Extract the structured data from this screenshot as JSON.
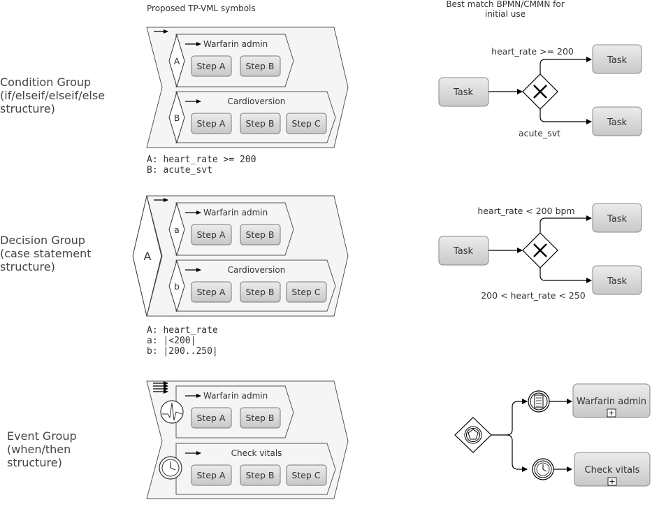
{
  "headers": {
    "left": "Proposed TP-VML symbols",
    "right_line1": "Best match BPMN/CMMN for",
    "right_line2": "initial use"
  },
  "groups": {
    "condition": {
      "title": [
        "Condition Group",
        "(if/elseif/elseif/else",
        "structure)"
      ],
      "sub1": {
        "marker": "A",
        "title": "Warfarin admin",
        "steps": [
          "Step A",
          "Step B"
        ]
      },
      "sub2": {
        "marker": "B",
        "title": "Cardioversion",
        "steps": [
          "Step A",
          "Step B",
          "Step C"
        ]
      },
      "legend": [
        "A: heart_rate >= 200",
        "B: acute_svt"
      ],
      "bpmn": {
        "task": "Task",
        "top_task": "Task",
        "bottom_task": "Task",
        "top_label": "heart_rate >= 200",
        "bottom_label": "acute_svt"
      }
    },
    "decision": {
      "title": [
        "Decision Group",
        "(case statement",
        "structure)"
      ],
      "outer_marker": "A",
      "sub1": {
        "marker": "a",
        "title": "Warfarin admin",
        "steps": [
          "Step A",
          "Step B"
        ]
      },
      "sub2": {
        "marker": "b",
        "title": "Cardioversion",
        "steps": [
          "Step A",
          "Step B",
          "Step C"
        ]
      },
      "legend": [
        "A: heart_rate",
        "a: |<200|",
        "b: |200..250|"
      ],
      "bpmn": {
        "task": "Task",
        "top_task": "Task",
        "bottom_task": "Task",
        "top_label": "heart_rate < 200 bpm",
        "bottom_label": "200 < heart_rate < 250"
      }
    },
    "event": {
      "title": [
        "Event Group",
        "(when/then",
        "structure)"
      ],
      "sub1": {
        "marker": "pulse-icon",
        "title": "Warfarin admin",
        "steps": [
          "Step A",
          "Step B"
        ]
      },
      "sub2": {
        "marker": "clock-icon",
        "title": "Check vitals",
        "steps": [
          "Step A",
          "Step B",
          "Step C"
        ]
      },
      "bpmn": {
        "top_task": "Warfarin admin",
        "bottom_task": "Check vitals",
        "collapsed_marker": "+"
      }
    }
  }
}
